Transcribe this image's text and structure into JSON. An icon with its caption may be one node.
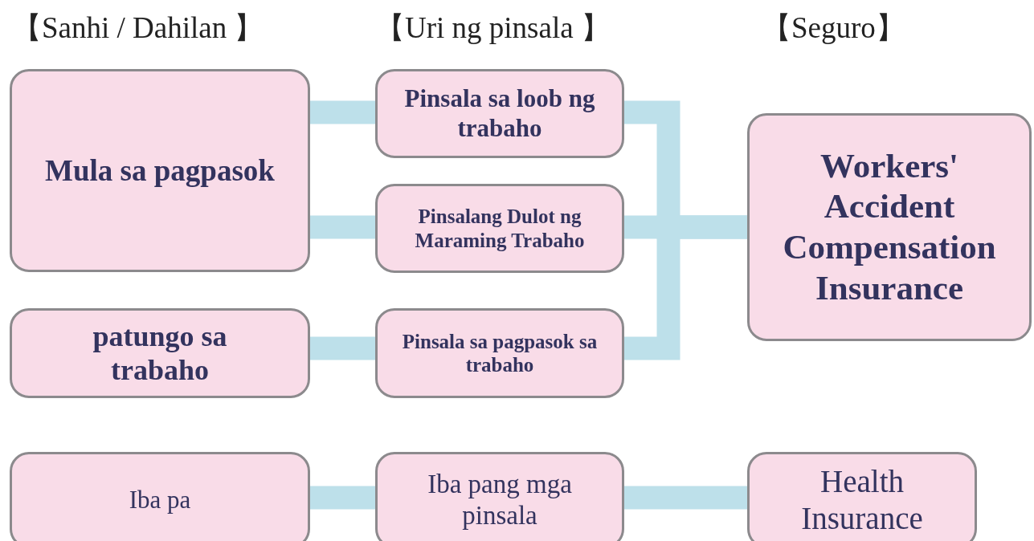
{
  "diagram": {
    "nodes": [
      {
        "text": [
          "Mula sa pagpasok"
        ]
      },
      {
        "text": [
          "patungo sa trabaho"
        ]
      },
      {
        "text": [
          "Pinsala sa loob ng trabaho"
        ]
      },
      {
        "text": [
          "Pinsalang Dulot ng Maraming Trabaho"
        ]
      },
      {
        "text": [
          "Pinsala sa pagpasok sa trabaho"
        ]
      },
      {
        "text": [
          "Workers' Accident Compensation Insurance"
        ]
      },
      {
        "text": [
          "Iba pa"
        ]
      },
      {
        "text": [
          "Iba pang mga pinsala"
        ]
      },
      {
        "text": [
          "Health Insurance"
        ]
      }
    ],
    "edges": [
      {
        "from": 0,
        "to": 2,
        "arrow": "none"
      },
      {
        "from": 0,
        "to": 3,
        "arrow": "none"
      },
      {
        "from": 1,
        "to": 4,
        "arrow": "none"
      },
      {
        "from": 2,
        "to": 5,
        "arrow": "none"
      },
      {
        "from": 3,
        "to": 5,
        "arrow": "none"
      },
      {
        "from": 4,
        "to": 5,
        "arrow": "none"
      },
      {
        "from": 6,
        "to": 7,
        "arrow": "none"
      },
      {
        "from": 7,
        "to": 8,
        "arrow": "none"
      }
    ],
    "labels": [
      "【Sanhi / Dahilan 】",
      "【Uri ng pinsala 】",
      "【Seguro】"
    ]
  }
}
